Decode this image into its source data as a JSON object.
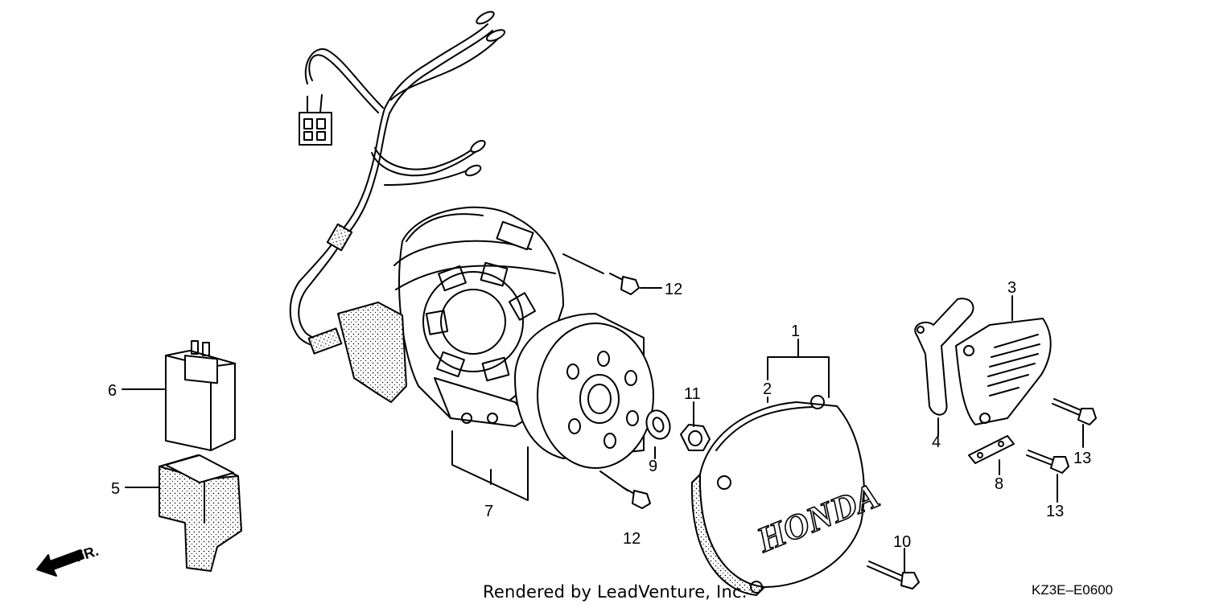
{
  "diagram": {
    "callouts": [
      "1",
      "2",
      "3",
      "4",
      "5",
      "6",
      "7",
      "8",
      "9",
      "10",
      "11",
      "12",
      "12",
      "13",
      "13"
    ],
    "brand_text": "HONDA",
    "direction_label": "FR."
  },
  "footer": {
    "rendered_by": "Rendered by LeadVenture, Inc.",
    "code": "KZ3E–E0600"
  }
}
